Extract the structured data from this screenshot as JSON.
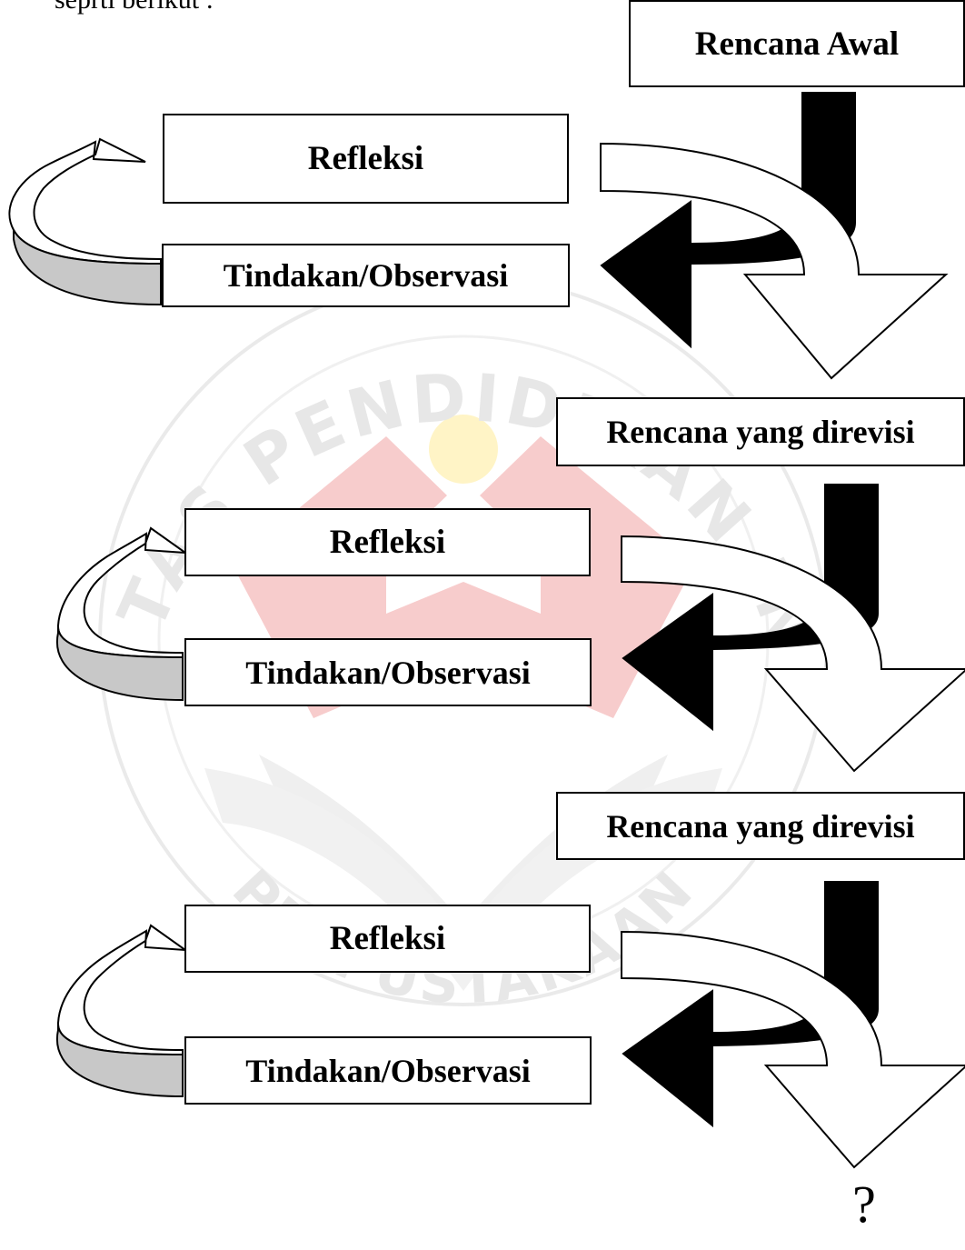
{
  "intro_text": "seprti berikut :",
  "watermark": {
    "arc_text": "UNIVERSITAS PENDIDIKAN INDONESIA",
    "bottom_text": "PERPUSTAKAAN",
    "colors": {
      "red": "#f7c8c8",
      "gray": "#e9e9e9",
      "yellow": "#fff4c2",
      "text": "#e6e6e6"
    }
  },
  "nodes": {
    "start": "Rencana Awal",
    "revised": "Rencana yang direvisi",
    "reflection": "Refleksi",
    "action": "Tindakan/Observasi",
    "final_mark": "?"
  },
  "colors": {
    "line": "#000000",
    "box_fill": "#ffffff",
    "black_arrow": "#000000",
    "loop_band": "#c8c8c8"
  },
  "icons": [
    "curved-down-arrow-icon",
    "black-left-arrow-icon",
    "cycle-loop-arrow-icon"
  ]
}
